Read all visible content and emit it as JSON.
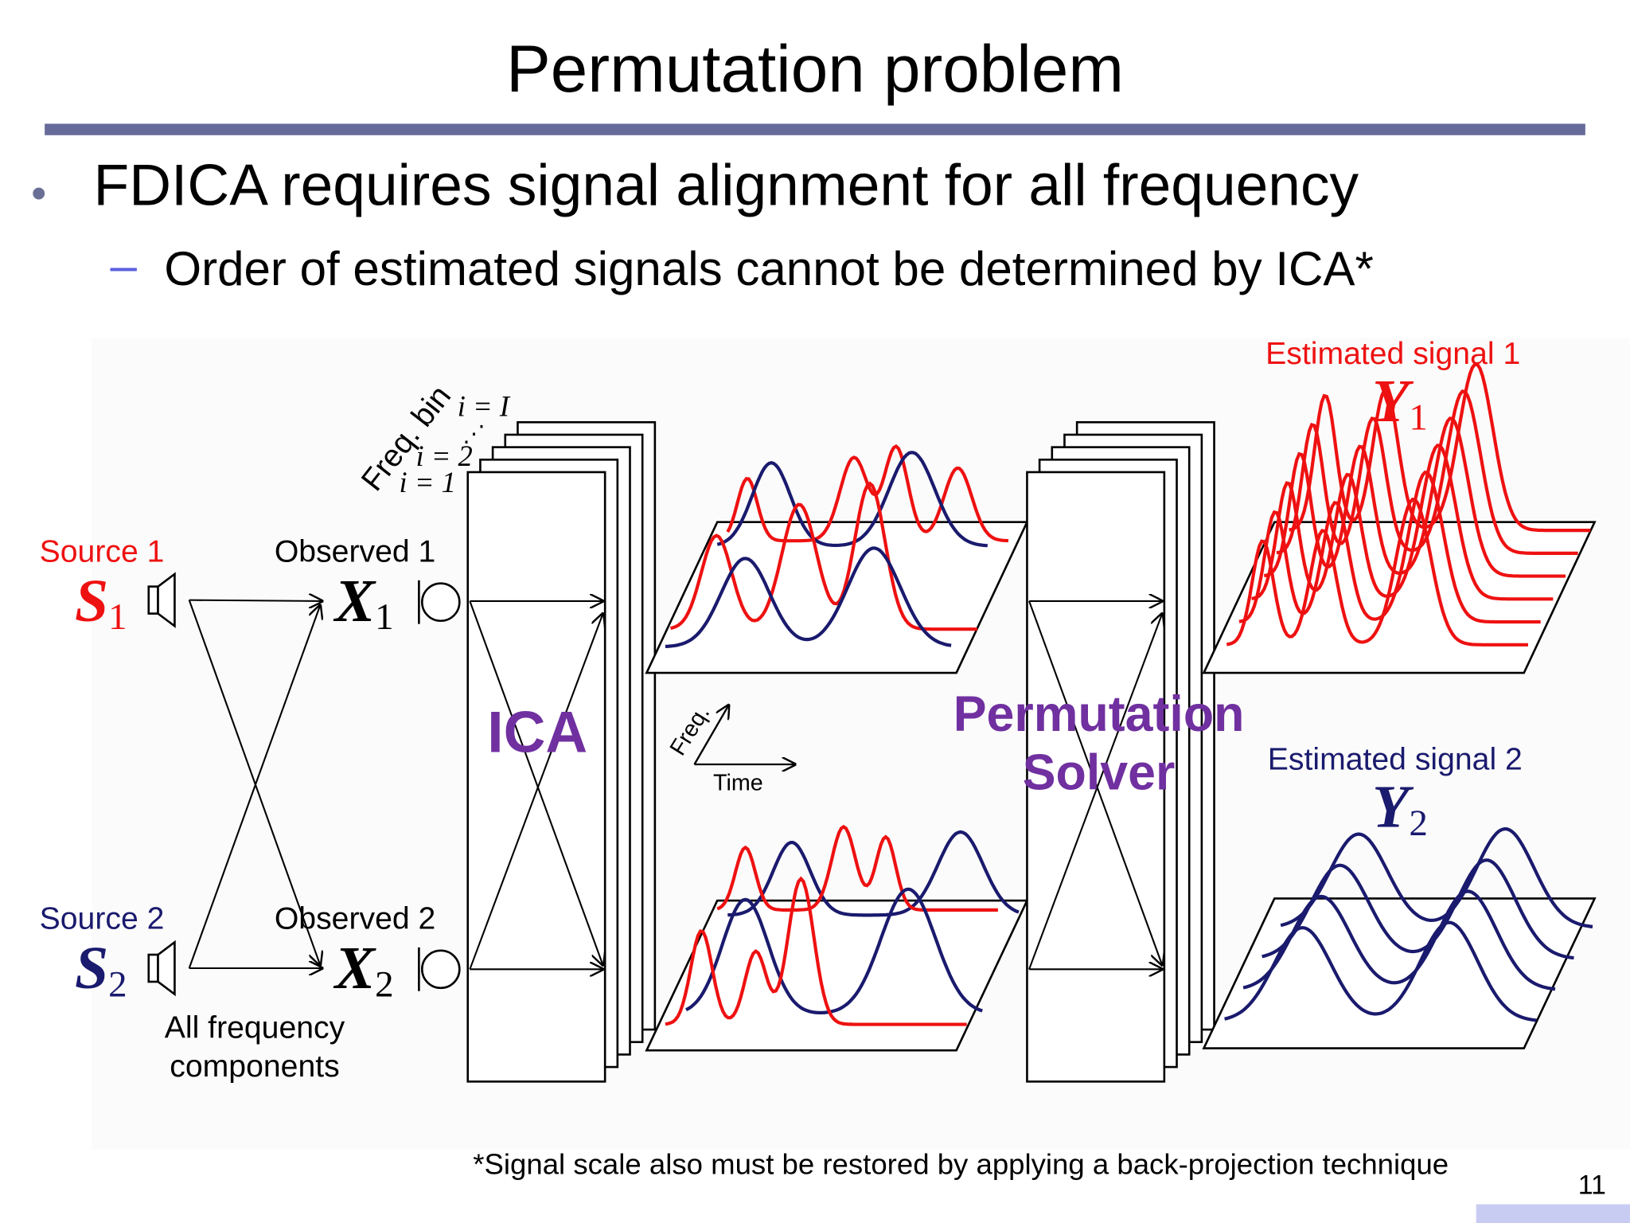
{
  "slide": {
    "title": "Permutation problem",
    "bullet_1": "FDICA requires signal alignment for all frequency",
    "bullet_2": "Order of estimated signals cannot be determined by ICA*",
    "bullet_dot": "•",
    "bullet_dash": "–",
    "footnote": "*Signal scale also must be restored by applying a back-projection technique",
    "page_number": "11"
  },
  "diagram": {
    "source_1": {
      "label": "Source 1",
      "symbol": "S",
      "sub": "1",
      "color": "#ee1111"
    },
    "source_2": {
      "label": "Source 2",
      "symbol": "S",
      "sub": "2",
      "color": "#1a1a6e"
    },
    "observed_1": {
      "label": "Observed 1",
      "symbol": "X",
      "sub": "1"
    },
    "observed_2": {
      "label": "Observed 2",
      "symbol": "X",
      "sub": "2"
    },
    "all_freq_line1": "All frequency",
    "all_freq_line2": "components",
    "freq_bin_label": "Freq. bin",
    "bin_top": "i = I",
    "bin_dots": "⋰",
    "bin_2": "i = 2",
    "bin_1": "i = 1",
    "ica_label": "ICA",
    "solver_line1": "Permutation",
    "solver_line2": "Solver",
    "axis_freq": "Freq.",
    "axis_time": "Time",
    "estimated_1": {
      "label": "Estimated signal 1",
      "symbol": "Y",
      "sub": "1",
      "color": "#ee1111"
    },
    "estimated_2": {
      "label": "Estimated signal 2",
      "symbol": "Y",
      "sub": "2",
      "color": "#1a1a6e"
    },
    "accent_purple": "#7030a0",
    "icons": [
      "speaker-icon",
      "microphone-icon"
    ]
  }
}
